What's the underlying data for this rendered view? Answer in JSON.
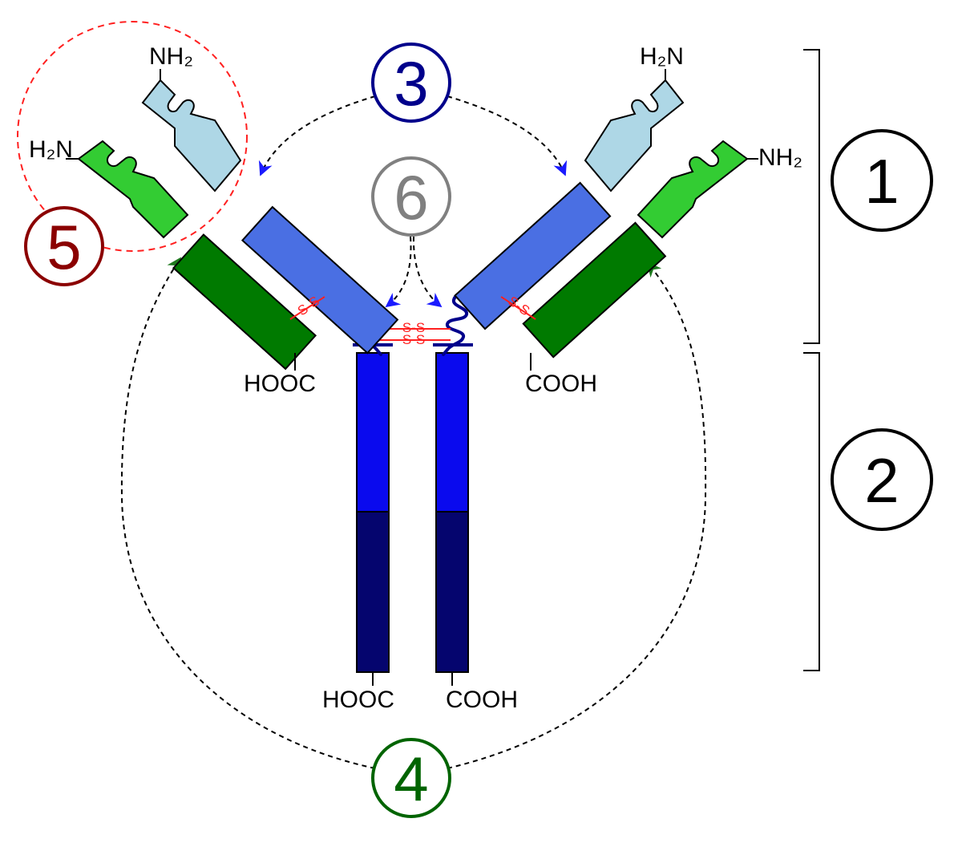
{
  "colors": {
    "heavy_constant": "#0a0acc",
    "heavy_constant_hinge": "#1f1fff",
    "heavy_constant_fc": "#05056e",
    "heavy_variable": "#aed7e6",
    "heavy_ch1": "#4a6fe3",
    "light_variable": "#33cc33",
    "light_constant": "#007a00",
    "disulfide": "#ff2020",
    "callout_3": "#00008b",
    "callout_4": "#006400",
    "callout_5": "#8b0000",
    "callout_6": "#808080",
    "callout_black": "#000000",
    "arrow_blue": "#1a1aff",
    "arrow_green": "#1e7a1e"
  },
  "terminals": {
    "nh2": "NH₂",
    "h2n": "H₂N",
    "hooc": "HOOC",
    "cooh": "COOH"
  },
  "bonds": {
    "ss": "S-S"
  },
  "callouts": {
    "c1": "1",
    "c2": "2",
    "c3": "3",
    "c4": "4",
    "c5": "5",
    "c6": "6"
  }
}
